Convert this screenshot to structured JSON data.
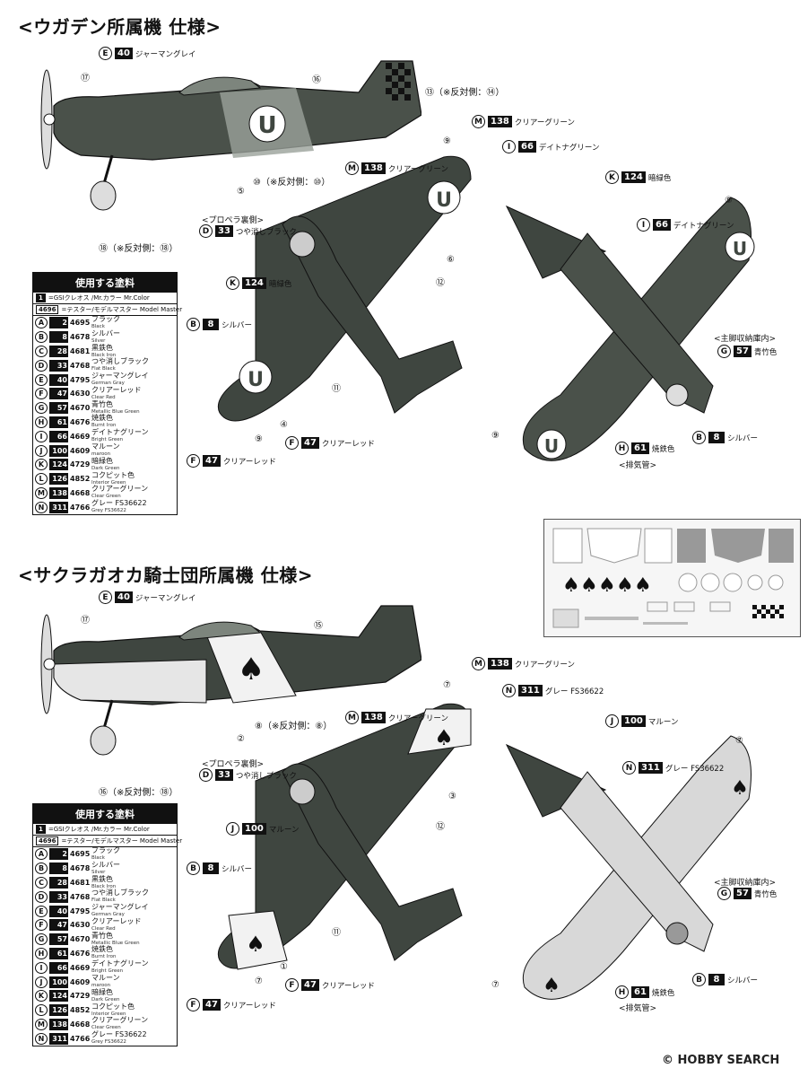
{
  "sections": [
    {
      "title": "<ウガデン所属機 仕様>",
      "callouts": [
        {
          "letter": "E",
          "num": "40",
          "name": "ジャーマングレイ"
        },
        {
          "letter": "M",
          "num": "138",
          "name": "クリアーグリーン"
        },
        {
          "letter": "I",
          "num": "66",
          "name": "デイトナグリーン"
        },
        {
          "letter": "M",
          "num": "138",
          "name": "クリアーグリーン"
        },
        {
          "letter": "K",
          "num": "124",
          "name": "暗緑色"
        },
        {
          "letter": "D",
          "num": "33",
          "name": "つや消しブラック"
        },
        {
          "letter": "I",
          "num": "66",
          "name": "デイトナグリーン"
        },
        {
          "letter": "K",
          "num": "124",
          "name": "暗緑色"
        },
        {
          "letter": "B",
          "num": "8",
          "name": "シルバー"
        },
        {
          "letter": "G",
          "num": "57",
          "name": "青竹色"
        },
        {
          "letter": "F",
          "num": "47",
          "name": "クリアーレッド"
        },
        {
          "letter": "B",
          "num": "8",
          "name": "シルバー"
        },
        {
          "letter": "H",
          "num": "61",
          "name": "焼鉄色"
        },
        {
          "letter": "F",
          "num": "47",
          "name": "クリアーレッド"
        }
      ],
      "notes": {
        "prop_back": "<プロペラ裏側>",
        "gear_bay": "<主脚収納庫内>",
        "exhaust": "<排気管>",
        "m17": "⑰",
        "m16": "⑯",
        "m13": "⑬（※反対側：⑭）",
        "m10": "⑩（※反対側：⑩）",
        "m5": "⑤",
        "m18": "⑱（※反対側：⑱）",
        "m9a": "⑨",
        "m6": "⑥",
        "m12": "⑫",
        "m11": "⑪",
        "m4": "④",
        "m9b": "⑨",
        "m9c": "⑨",
        "m9d": "⑨"
      }
    },
    {
      "title": "<サクラガオカ騎士団所属機 仕様>",
      "callouts": [
        {
          "letter": "E",
          "num": "40",
          "name": "ジャーマングレイ"
        },
        {
          "letter": "M",
          "num": "138",
          "name": "クリアーグリーン"
        },
        {
          "letter": "N",
          "num": "311",
          "name": "グレー FS36622"
        },
        {
          "letter": "M",
          "num": "138",
          "name": "クリアーグリーン"
        },
        {
          "letter": "J",
          "num": "100",
          "name": "マルーン"
        },
        {
          "letter": "D",
          "num": "33",
          "name": "つや消しブラック"
        },
        {
          "letter": "N",
          "num": "311",
          "name": "グレー FS36622"
        },
        {
          "letter": "J",
          "num": "100",
          "name": "マルーン"
        },
        {
          "letter": "B",
          "num": "8",
          "name": "シルバー"
        },
        {
          "letter": "G",
          "num": "57",
          "name": "青竹色"
        },
        {
          "letter": "F",
          "num": "47",
          "name": "クリアーレッド"
        },
        {
          "letter": "B",
          "num": "8",
          "name": "シルバー"
        },
        {
          "letter": "H",
          "num": "61",
          "name": "焼鉄色"
        },
        {
          "letter": "F",
          "num": "47",
          "name": "クリアーレッド"
        }
      ],
      "notes": {
        "prop_back": "<プロペラ裏側>",
        "gear_bay": "<主脚収納庫内>",
        "exhaust": "<排気管>",
        "m17": "⑰",
        "m15": "⑮",
        "m8": "⑧（※反対側：⑧）",
        "m2": "②",
        "m16": "⑯（※反対側：⑱）",
        "m7a": "⑦",
        "m3": "③",
        "m12": "⑫",
        "m11": "⑪",
        "m1": "①",
        "m7b": "⑦",
        "m7c": "⑦",
        "m7d": "⑦"
      }
    }
  ],
  "legend": {
    "title": "使用する塗料",
    "note1_box": "1",
    "note1_text": "=GSIクレオス /Mr.カラー Mr.Color",
    "note2_box": "4696",
    "note2_text": "=テスター/モデルマスター Model Master",
    "rows": [
      {
        "letter": "A",
        "mc": "2",
        "mm": "4695",
        "jp": "ブラック",
        "en": "Black"
      },
      {
        "letter": "B",
        "mc": "8",
        "mm": "4678",
        "jp": "シルバー",
        "en": "Silver"
      },
      {
        "letter": "C",
        "mc": "28",
        "mm": "4681",
        "jp": "黒鉄色",
        "en": "Black Iron"
      },
      {
        "letter": "D",
        "mc": "33",
        "mm": "4768",
        "jp": "つや消しブラック",
        "en": "Flat Black"
      },
      {
        "letter": "E",
        "mc": "40",
        "mm": "4795",
        "jp": "ジャーマングレイ",
        "en": "German Gray"
      },
      {
        "letter": "F",
        "mc": "47",
        "mm": "4630",
        "jp": "クリアーレッド",
        "en": "Clear Red"
      },
      {
        "letter": "G",
        "mc": "57",
        "mm": "4670",
        "jp": "青竹色",
        "en": "Metallic Blue Green"
      },
      {
        "letter": "H",
        "mc": "61",
        "mm": "4676",
        "jp": "焼鉄色",
        "en": "Burnt Iron"
      },
      {
        "letter": "I",
        "mc": "66",
        "mm": "4669",
        "jp": "デイトナグリーン",
        "en": "Bright Green"
      },
      {
        "letter": "J",
        "mc": "100",
        "mm": "4609",
        "jp": "マルーン",
        "en": "maroon"
      },
      {
        "letter": "K",
        "mc": "124",
        "mm": "4729",
        "jp": "暗緑色",
        "en": "Dark Green"
      },
      {
        "letter": "L",
        "mc": "126",
        "mm": "4852",
        "jp": "コクピット色",
        "en": "Interior Green"
      },
      {
        "letter": "M",
        "mc": "138",
        "mm": "4668",
        "jp": "クリアーグリーン",
        "en": "Clear Green"
      },
      {
        "letter": "N",
        "mc": "311",
        "mm": "4766",
        "jp": "グレー FS36622",
        "en": "Grey FS36622"
      }
    ]
  },
  "footer": {
    "logo_text": "HOBBY SEARCH",
    "copyright": "©"
  },
  "colors": {
    "dark_green": "#3f4640",
    "grey": "#d8d8d8",
    "ink": "#111111"
  }
}
